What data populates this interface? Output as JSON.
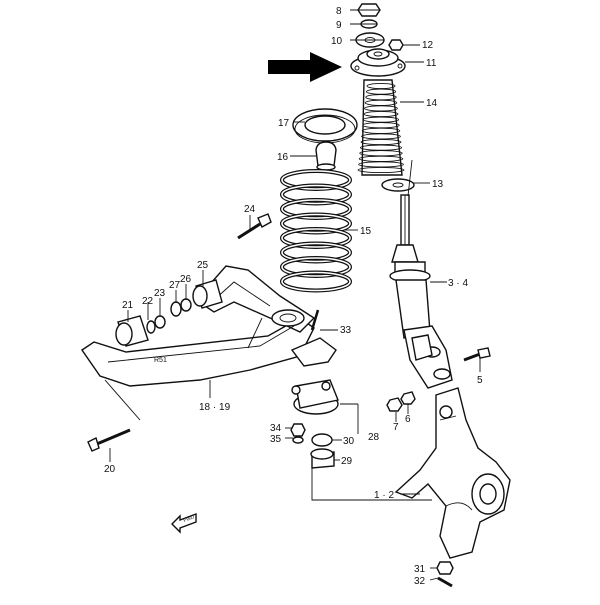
{
  "diagram": {
    "arrow_color": "#000000",
    "front_marker": {
      "text": "FWD"
    },
    "callouts": [
      {
        "id": "c8",
        "text": "8"
      },
      {
        "id": "c9",
        "text": "9"
      },
      {
        "id": "c10",
        "text": "10"
      },
      {
        "id": "c12",
        "text": "12"
      },
      {
        "id": "c11",
        "text": "11"
      },
      {
        "id": "c14",
        "text": "14"
      },
      {
        "id": "c17",
        "text": "17"
      },
      {
        "id": "c16",
        "text": "16"
      },
      {
        "id": "c13",
        "text": "13"
      },
      {
        "id": "c24",
        "text": "24"
      },
      {
        "id": "c15",
        "text": "15"
      },
      {
        "id": "c34a",
        "text": "3 · 4"
      },
      {
        "id": "c25",
        "text": "25"
      },
      {
        "id": "c26",
        "text": "26"
      },
      {
        "id": "c27",
        "text": "27"
      },
      {
        "id": "c23",
        "text": "23"
      },
      {
        "id": "c22",
        "text": "22"
      },
      {
        "id": "c21",
        "text": "21"
      },
      {
        "id": "c33",
        "text": "33"
      },
      {
        "id": "c5",
        "text": "5"
      },
      {
        "id": "c1819",
        "text": "18 · 19"
      },
      {
        "id": "c7",
        "text": "7"
      },
      {
        "id": "c6",
        "text": "6"
      },
      {
        "id": "c34",
        "text": "34"
      },
      {
        "id": "c35",
        "text": "35"
      },
      {
        "id": "c30",
        "text": "30"
      },
      {
        "id": "c28",
        "text": "28"
      },
      {
        "id": "c29",
        "text": "29"
      },
      {
        "id": "c20",
        "text": "20"
      },
      {
        "id": "c12b",
        "text": "1 · 2"
      },
      {
        "id": "c31",
        "text": "31"
      },
      {
        "id": "c32",
        "text": "32"
      }
    ]
  }
}
